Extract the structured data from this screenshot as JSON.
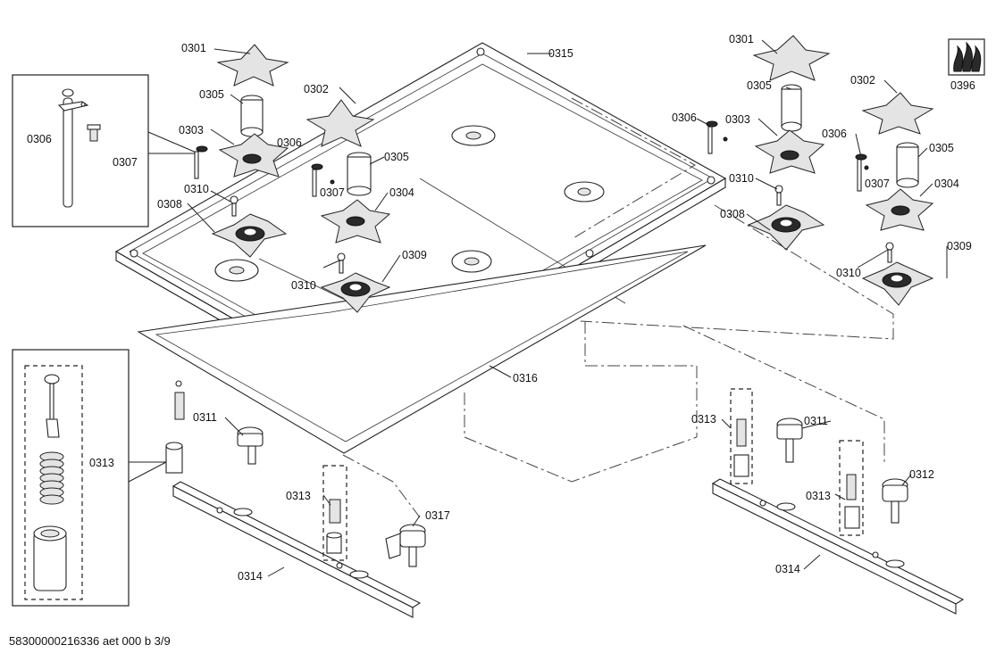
{
  "parts": {
    "p0301": "0301",
    "p0302": "0302",
    "p0303": "0303",
    "p0304": "0304",
    "p0305": "0305",
    "p0306": "0306",
    "p0307": "0307",
    "p0308": "0308",
    "p0309": "0309",
    "p0310": "0310",
    "p0311": "0311",
    "p0312": "0312",
    "p0313": "0313",
    "p0314": "0314",
    "p0315": "0315",
    "p0316": "0316",
    "p0317": "0317",
    "p0396": "0396"
  },
  "footer": "58300000216336 aet 000 b 3/9"
}
